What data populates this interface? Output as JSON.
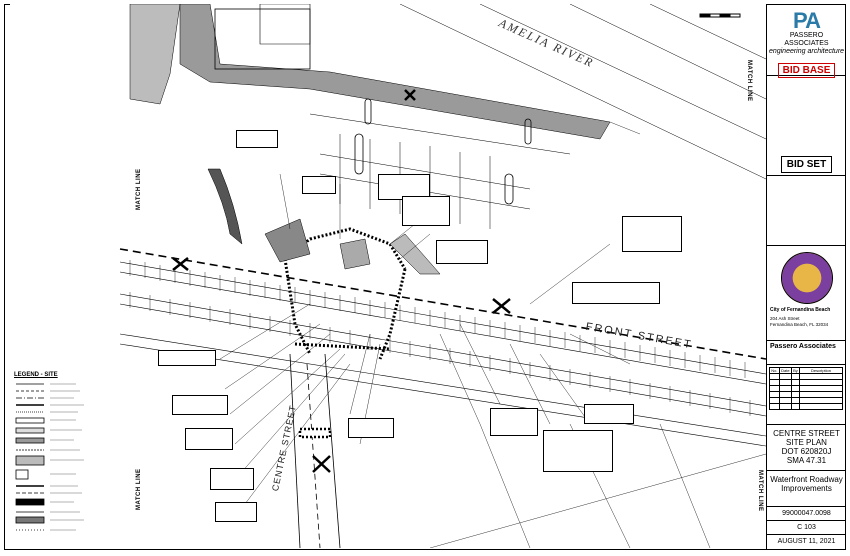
{
  "title_block": {
    "firm_logo": "PA",
    "firm_name": "PASSERO ASSOCIATES",
    "firm_tagline": "engineering architecture",
    "bid_base": "BID BASE",
    "bid_set": "BID SET",
    "client_name": "City of Fernandina Beach",
    "client_address_1": "204 Ash Street",
    "client_address_2": "Fernandina Beach, FL 32034",
    "firm_name_2": "Passero Associates",
    "rev_headers": [
      "No.",
      "Date",
      "By",
      "Description"
    ],
    "sheet_title_1": "CENTRE STREET",
    "sheet_title_2": "SITE PLAN",
    "sheet_title_3": "DOT 620820J",
    "sheet_title_4": "SMA 47.31",
    "project_1": "Waterfront Roadway",
    "project_2": "Improvements",
    "project_number": "99000047.0098",
    "sheet_number": "C 103",
    "date": "AUGUST 11, 2021"
  },
  "plan": {
    "river_label": "AMELIA RIVER",
    "front_street_label": "FRONT STREET",
    "centre_street_label": "CENTRE STREET",
    "match_line": "MATCH LINE",
    "legend_title": "LEGEND - SITE",
    "legend_items": [
      "",
      "",
      "",
      "",
      "",
      "",
      "",
      "",
      "",
      "",
      "",
      "",
      "",
      "",
      "",
      "",
      "",
      "",
      "",
      "",
      "",
      "",
      "",
      "",
      "",
      ""
    ]
  },
  "colors": {
    "ink": "#000000",
    "building_gray": "#9a9a9a",
    "logo_blue": "#2a7ba8",
    "bid_red": "#cc0000"
  }
}
